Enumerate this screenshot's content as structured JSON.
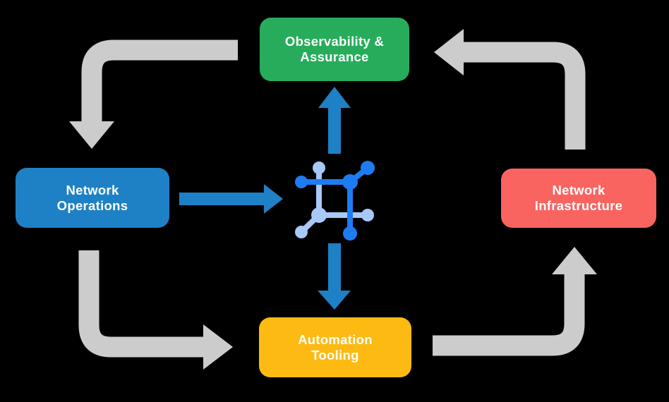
{
  "colors": {
    "background": "#000000",
    "arrow_gray": "#CCCCCC",
    "arrow_blue": "#1E81C5",
    "icon_dark_blue": "#1E7CF2",
    "icon_light_blue": "#A6C9F8",
    "text": "#FFFFFF",
    "node_green": "#27AC5B",
    "node_blue": "#1E81C5",
    "node_red": "#F96461",
    "node_yellow": "#FCBA12"
  },
  "nodes": [
    {
      "id": "observability-assurance",
      "lines": [
        "Observability &",
        "Assurance"
      ],
      "color": "#27AC5B"
    },
    {
      "id": "network-operations",
      "lines": [
        "Network",
        "Operations"
      ],
      "color": "#1E81C5"
    },
    {
      "id": "network-infrastructure",
      "lines": [
        "Network",
        "Infrastructure"
      ],
      "color": "#F96461"
    },
    {
      "id": "automation-tooling",
      "lines": [
        "Automation",
        "Tooling"
      ],
      "color": "#FCBA12"
    }
  ],
  "center_icon": "network-node-icon",
  "arrows": [
    {
      "from": "observability-assurance",
      "to": "network-operations",
      "style": "outer-cycle",
      "color": "#CCCCCC"
    },
    {
      "from": "network-operations",
      "to": "automation-tooling",
      "style": "outer-cycle",
      "color": "#CCCCCC"
    },
    {
      "from": "automation-tooling",
      "to": "network-infrastructure",
      "style": "outer-cycle",
      "color": "#CCCCCC"
    },
    {
      "from": "network-infrastructure",
      "to": "observability-assurance",
      "style": "outer-cycle",
      "color": "#CCCCCC"
    },
    {
      "from": "network-operations",
      "to": "center-icon",
      "style": "inner",
      "color": "#1E81C5"
    },
    {
      "from": "center-icon",
      "to": "observability-assurance",
      "style": "inner",
      "color": "#1E81C5"
    },
    {
      "from": "center-icon",
      "to": "automation-tooling",
      "style": "inner",
      "color": "#1E81C5"
    }
  ]
}
